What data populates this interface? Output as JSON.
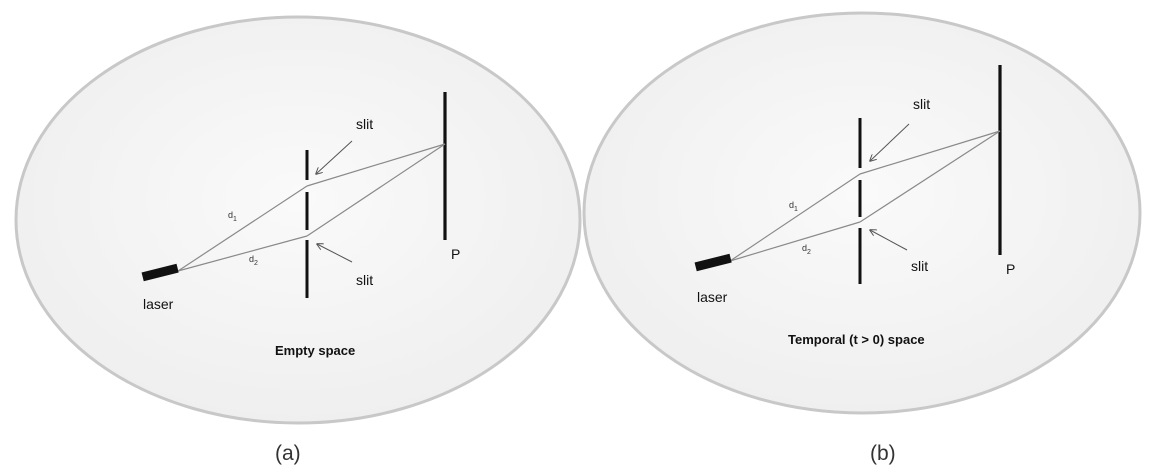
{
  "panels": [
    {
      "caption": "(a)",
      "space_label": "Empty space",
      "slit_top_label": "slit",
      "slit_bottom_label": "slit",
      "laser_label": "laser",
      "screen_label": "P",
      "path1_label": "d",
      "path1_sub": "1",
      "path2_label": "d",
      "path2_sub": "2"
    },
    {
      "caption": "(b)",
      "space_label": "Temporal (t > 0) space",
      "slit_top_label": "slit",
      "slit_bottom_label": "slit",
      "laser_label": "laser",
      "screen_label": "P",
      "path1_label": "d",
      "path1_sub": "1",
      "path2_label": "d",
      "path2_sub": "2"
    }
  ],
  "colors": {
    "ellipse_fill": "#f4f4f4",
    "ellipse_stroke": "#c8c8c8",
    "ink": "#111111",
    "ray": "#8a8a8a"
  }
}
